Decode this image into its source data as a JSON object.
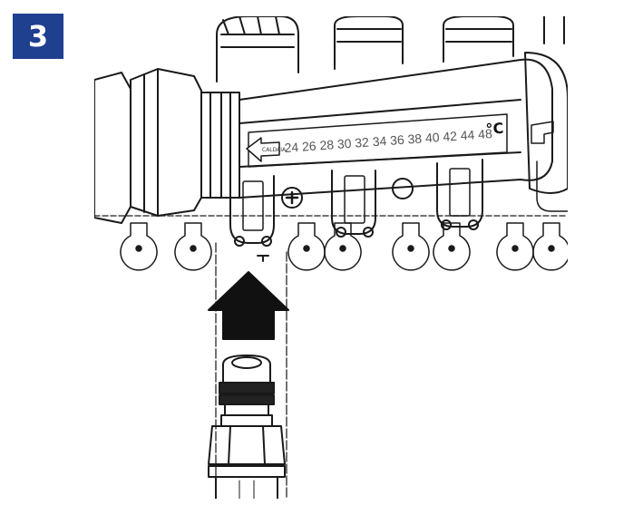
{
  "step": {
    "number": "3"
  },
  "manifold": {
    "scale_text": "24 26 28 30 32 34 36 38 40 42 44 48",
    "scale_unit": "°C",
    "flow_arrow_label": "CALDAIA"
  },
  "colors": {
    "badge_background": "#1f3f8f",
    "badge_text": "#ffffff",
    "push_arrow": "#111111"
  },
  "icons": [
    "push-up-arrow-icon",
    "flow-direction-arrow-icon"
  ]
}
